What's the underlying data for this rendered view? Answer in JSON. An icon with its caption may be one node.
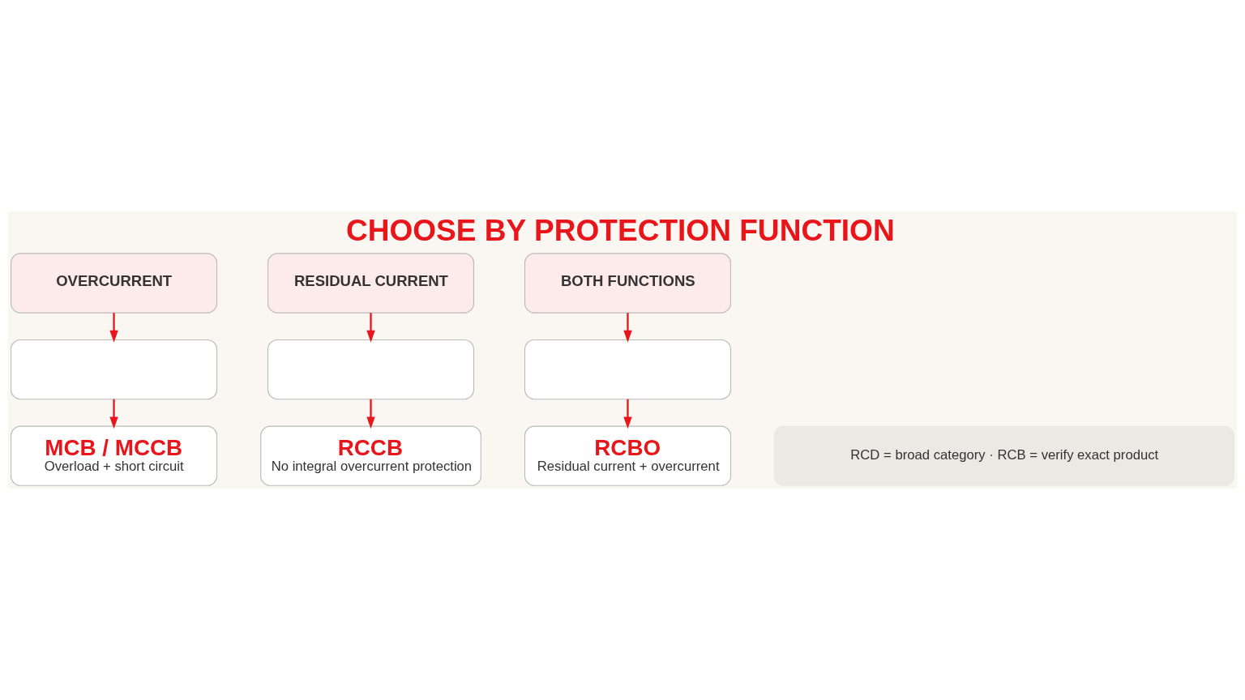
{
  "diagram": {
    "title": "CHOOSE BY PROTECTION FUNCTION",
    "nodes": [
      {
        "text": [
          "OVERCURRENT"
        ]
      },
      {
        "text": [
          "RESIDUAL CURRENT"
        ]
      },
      {
        "text": [
          "BOTH FUNCTIONS"
        ]
      },
      {
        "text": [],
        "shape": "box"
      },
      {
        "text": [],
        "shape": "box"
      },
      {
        "text": [],
        "shape": "box"
      },
      {
        "text": [
          "MCB / MCCB",
          "Overload + short circuit"
        ]
      },
      {
        "text": [
          "RCCB",
          "No integral overcurrent protection"
        ]
      },
      {
        "text": [
          "RCBO",
          "Residual current + overcurrent"
        ]
      },
      {
        "text": [
          "RCD = broad category · RCB = verify exact product"
        ]
      }
    ],
    "edges": [
      {
        "from": 0,
        "to": 3,
        "arrow": "to"
      },
      {
        "from": 3,
        "to": 6,
        "arrow": "to"
      },
      {
        "from": 1,
        "to": 4,
        "arrow": "to"
      },
      {
        "from": 4,
        "to": 7,
        "arrow": "to"
      },
      {
        "from": 2,
        "to": 5,
        "arrow": "to"
      },
      {
        "from": 5,
        "to": 8,
        "arrow": "to"
      }
    ]
  }
}
